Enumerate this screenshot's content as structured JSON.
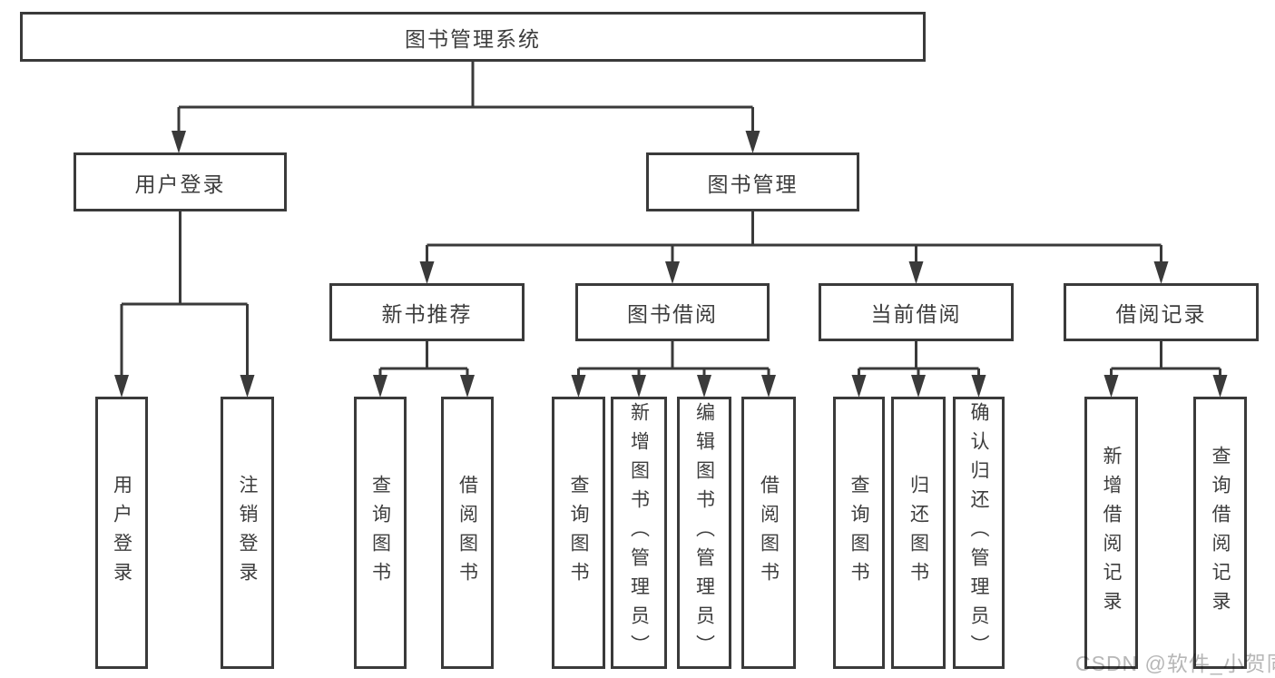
{
  "diagram": {
    "title": "图书管理系统",
    "root": {
      "label": "图书管理系统"
    },
    "user_login_branch": {
      "label": "用户登录",
      "children": [
        {
          "label": "用户登录"
        },
        {
          "label": "注销登录"
        }
      ]
    },
    "book_mgmt_branch": {
      "label": "图书管理",
      "children": [
        {
          "label": "新书推荐",
          "children": [
            {
              "label": "查询图书"
            },
            {
              "label": "借阅图书"
            }
          ]
        },
        {
          "label": "图书借阅",
          "children": [
            {
              "label": "查询图书"
            },
            {
              "label": "新增图书（管理员）"
            },
            {
              "label": "编辑图书（管理员）"
            },
            {
              "label": "借阅图书"
            }
          ]
        },
        {
          "label": "当前借阅",
          "children": [
            {
              "label": "查询图书"
            },
            {
              "label": "归还图书"
            },
            {
              "label": "确认归还（管理员）"
            }
          ]
        },
        {
          "label": "借阅记录",
          "children": [
            {
              "label": "新增借阅记录"
            },
            {
              "label": "查询借阅记录"
            }
          ]
        }
      ]
    }
  },
  "watermark": {
    "text": "CSDN @软件_小贺同学"
  },
  "colors": {
    "line": "#3a3a3a",
    "text": "#3d3d3d",
    "watermark": "#b7b7b7",
    "background": "#ffffff"
  }
}
